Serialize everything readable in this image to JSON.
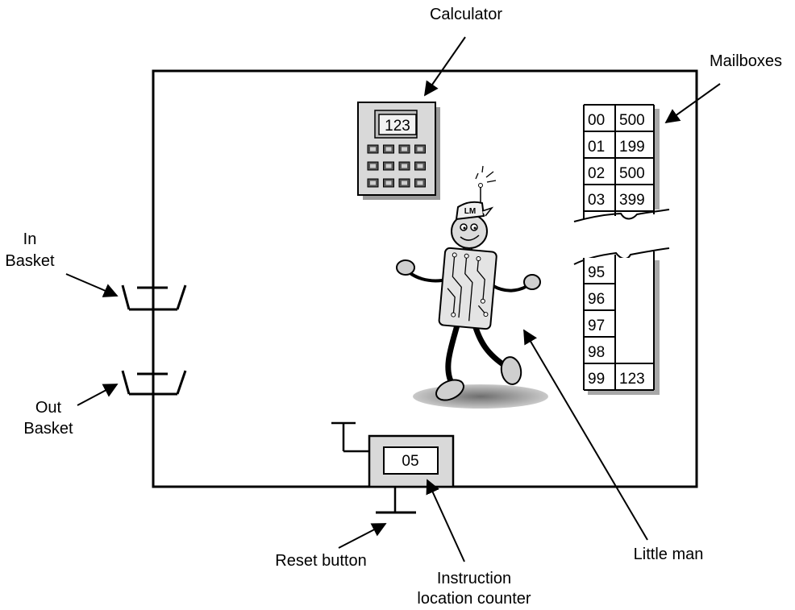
{
  "labels": {
    "calculator": "Calculator",
    "mailboxes": "Mailboxes",
    "in_basket_line1": "In",
    "in_basket_line2": "Basket",
    "out_basket_line1": "Out",
    "out_basket_line2": "Basket",
    "reset_button": "Reset button",
    "instruction_line1": "Instruction",
    "instruction_line2": "location counter",
    "little_man": "Little man"
  },
  "calculator": {
    "display": "123"
  },
  "counter": {
    "value": "05"
  },
  "little_man": {
    "cap_text": "LM"
  },
  "mailboxes": {
    "top": [
      {
        "addr": "00",
        "value": "500"
      },
      {
        "addr": "01",
        "value": "199"
      },
      {
        "addr": "02",
        "value": "500"
      },
      {
        "addr": "03",
        "value": "399"
      }
    ],
    "bottom": [
      {
        "addr": "95",
        "value": ""
      },
      {
        "addr": "96",
        "value": ""
      },
      {
        "addr": "97",
        "value": ""
      },
      {
        "addr": "98",
        "value": ""
      },
      {
        "addr": "99",
        "value": "123"
      }
    ]
  },
  "colors": {
    "line": "#000000",
    "panel_gray": "#d6d6d6",
    "shadow_gray": "#9a9a9a",
    "floor_shadow": "#8c8c8c"
  }
}
